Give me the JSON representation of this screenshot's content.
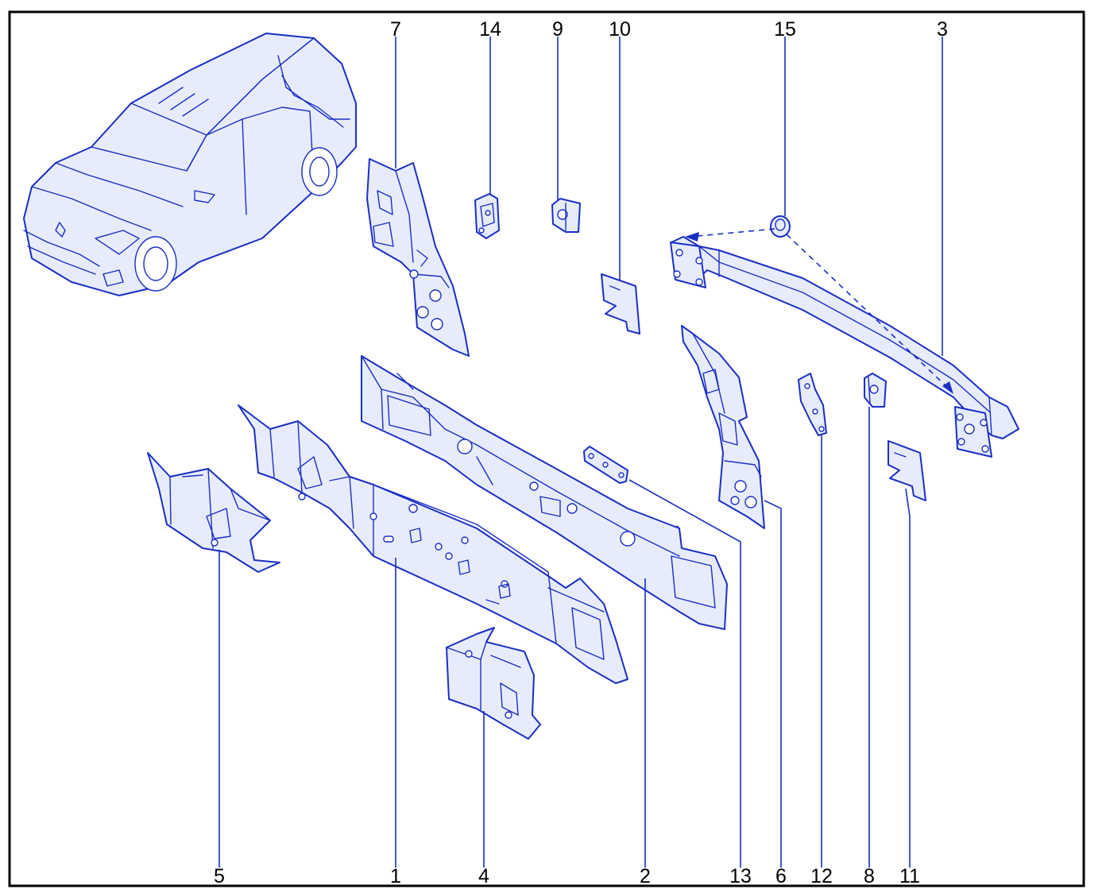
{
  "diagram": {
    "accent_color": "#1a2fc4",
    "fill_color": "#e6ecfb",
    "callouts": {
      "c1": "1",
      "c2": "2",
      "c3": "3",
      "c4": "4",
      "c5": "5",
      "c6": "6",
      "c7": "7",
      "c8": "8",
      "c9": "9",
      "c10": "10",
      "c11": "11",
      "c12": "12",
      "c13": "13",
      "c14": "14",
      "c15": "15"
    }
  }
}
